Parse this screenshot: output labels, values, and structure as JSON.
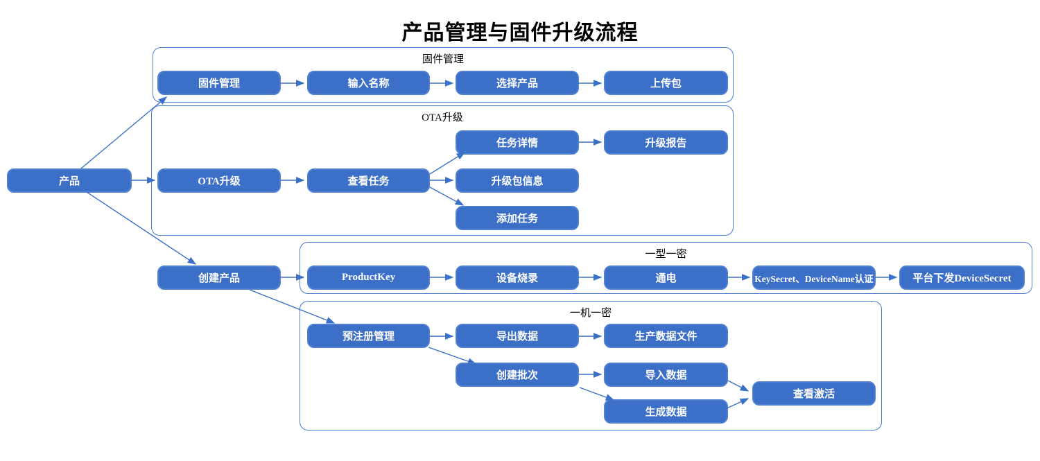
{
  "title": "产品管理与固件升级流程",
  "colors": {
    "node_fill": "#3c6fc8",
    "node_border": "#5180d2",
    "group_border": "#4a7ccf",
    "arrow": "#3a70c6",
    "node_text": "#ffffff",
    "title_text": "#000000"
  },
  "groups": {
    "firmware": {
      "label": "固件管理"
    },
    "ota": {
      "label": "OTA升级"
    },
    "type_secret": {
      "label": "一型一密"
    },
    "device_secret": {
      "label": "一机一密"
    }
  },
  "nodes": {
    "product": {
      "label": "产品"
    },
    "firmware_mgmt": {
      "label": "固件管理"
    },
    "input_name": {
      "label": "输入名称"
    },
    "select_product": {
      "label": "选择产品"
    },
    "upload_package": {
      "label": "上传包"
    },
    "ota_upgrade": {
      "label": "OTA升级"
    },
    "view_task": {
      "label": "查看任务"
    },
    "task_detail": {
      "label": "任务详情"
    },
    "upgrade_report": {
      "label": "升级报告"
    },
    "package_info": {
      "label": "升级包信息"
    },
    "add_task": {
      "label": "添加任务"
    },
    "create_product": {
      "label": "创建产品"
    },
    "product_key": {
      "label": "ProductKey"
    },
    "device_burn": {
      "label": "设备烧录"
    },
    "power_on": {
      "label": "通电"
    },
    "keysecret_auth": {
      "label": "KeySecret、DeviceName认证"
    },
    "platform_send": {
      "label": "平台下发DeviceSecret"
    },
    "preregister": {
      "label": "预注册管理"
    },
    "export_data": {
      "label": "导出数据"
    },
    "production_file": {
      "label": "生产数据文件"
    },
    "create_batch": {
      "label": "创建批次"
    },
    "import_data": {
      "label": "导入数据"
    },
    "view_activation": {
      "label": "查看激活"
    },
    "generate_data": {
      "label": "生成数据"
    }
  },
  "edges": [
    {
      "from": "product",
      "to": "firmware_mgmt"
    },
    {
      "from": "product",
      "to": "ota_upgrade"
    },
    {
      "from": "product",
      "to": "create_product"
    },
    {
      "from": "firmware_mgmt",
      "to": "input_name"
    },
    {
      "from": "input_name",
      "to": "select_product"
    },
    {
      "from": "select_product",
      "to": "upload_package"
    },
    {
      "from": "ota_upgrade",
      "to": "view_task"
    },
    {
      "from": "view_task",
      "to": "task_detail"
    },
    {
      "from": "view_task",
      "to": "package_info"
    },
    {
      "from": "view_task",
      "to": "add_task"
    },
    {
      "from": "task_detail",
      "to": "upgrade_report"
    },
    {
      "from": "create_product",
      "to": "product_key"
    },
    {
      "from": "product_key",
      "to": "device_burn"
    },
    {
      "from": "device_burn",
      "to": "power_on"
    },
    {
      "from": "power_on",
      "to": "keysecret_auth"
    },
    {
      "from": "keysecret_auth",
      "to": "platform_send"
    },
    {
      "from": "create_product",
      "to": "preregister"
    },
    {
      "from": "preregister",
      "to": "export_data"
    },
    {
      "from": "export_data",
      "to": "production_file"
    },
    {
      "from": "preregister",
      "to": "create_batch"
    },
    {
      "from": "create_batch",
      "to": "import_data"
    },
    {
      "from": "create_batch",
      "to": "generate_data"
    },
    {
      "from": "import_data",
      "to": "view_activation"
    },
    {
      "from": "generate_data",
      "to": "view_activation"
    }
  ]
}
